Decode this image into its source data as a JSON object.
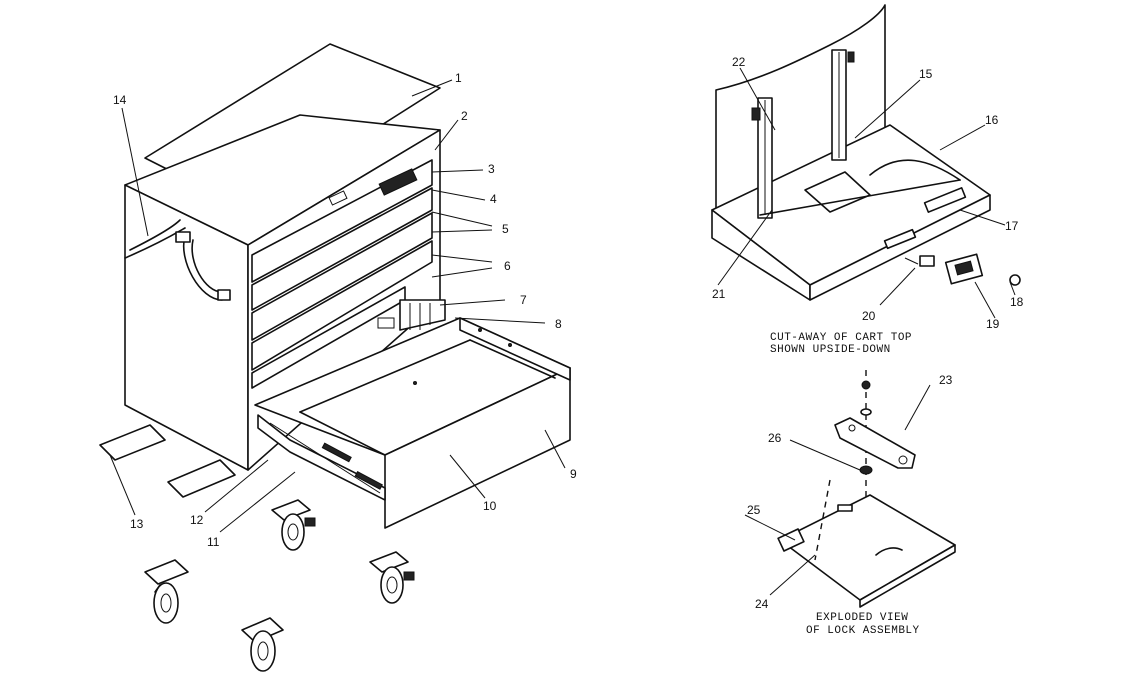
{
  "captions": {
    "cutaway_line1": "CUT-AWAY OF CART TOP",
    "cutaway_line2": "SHOWN UPSIDE-DOWN",
    "exploded_line1": "EXPLODED VIEW",
    "exploded_line2": "OF LOCK ASSEMBLY"
  },
  "callouts": [
    "1",
    "2",
    "3",
    "4",
    "5",
    "6",
    "7",
    "8",
    "9",
    "10",
    "11",
    "12",
    "13",
    "14",
    "15",
    "16",
    "17",
    "18",
    "19",
    "20",
    "21",
    "22",
    "23",
    "24",
    "25",
    "26"
  ]
}
